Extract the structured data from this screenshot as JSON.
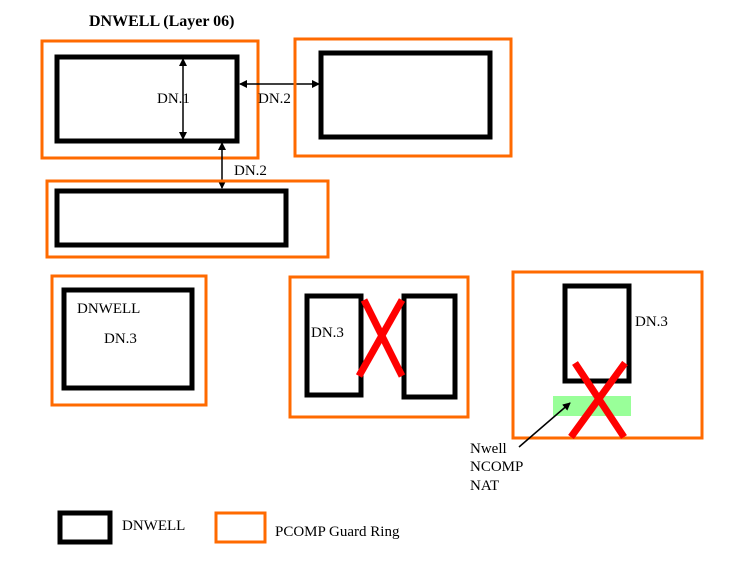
{
  "title": "DNWELL (Layer 06)",
  "colors": {
    "guard_ring": "#ff6a00",
    "dnwell": "#000000",
    "violation_cross": "#ff0000",
    "nwell_ncomp_nat": "#99ff99"
  },
  "rules": {
    "dn1_label": "DN.1",
    "dn2_horizontal_label": "DN.2",
    "dn2_vertical_label": "DN.2",
    "dn3_ok_label": "DN.3",
    "dn3_ok_well_text": "DNWELL",
    "dn3_bad_merge_label": "DN.3",
    "dn3_bad_overlap_label": "DN.3"
  },
  "annotation": {
    "lines": [
      "Nwell",
      "NCOMP",
      "NAT"
    ]
  },
  "legend": {
    "items": [
      {
        "label": "DNWELL",
        "kind": "dnwell"
      },
      {
        "label": "PCOMP Guard Ring",
        "kind": "guard_ring"
      }
    ]
  }
}
